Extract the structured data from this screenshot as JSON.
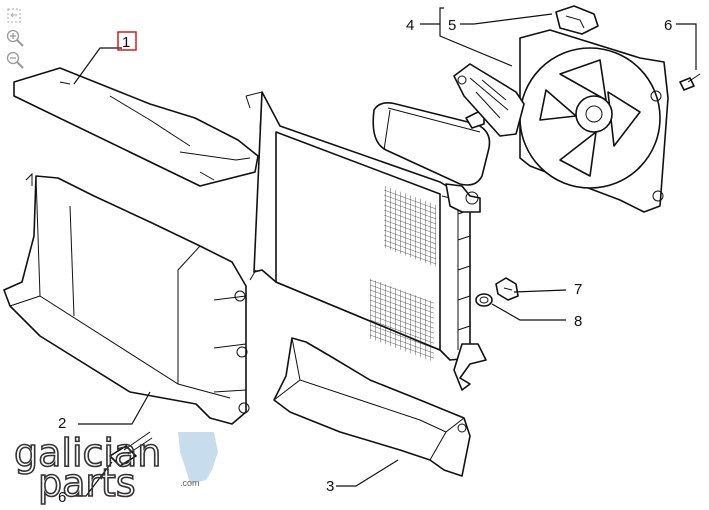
{
  "toolbar": {
    "fit_icon": "fit-screen-icon",
    "zoom_in_icon": "zoom-in-icon",
    "zoom_out_icon": "zoom-out-icon"
  },
  "callouts": {
    "c1": "1",
    "c2": "2",
    "c3": "3",
    "c4": "4",
    "c5": "5",
    "c6a": "6",
    "c6b": "6",
    "c7": "7",
    "c8": "8"
  },
  "highlight_color": "#d11f1f",
  "logo": {
    "line1": "galician",
    "line2": "parts",
    "suffix": ".com",
    "accent_color": "#b9d4ea"
  }
}
